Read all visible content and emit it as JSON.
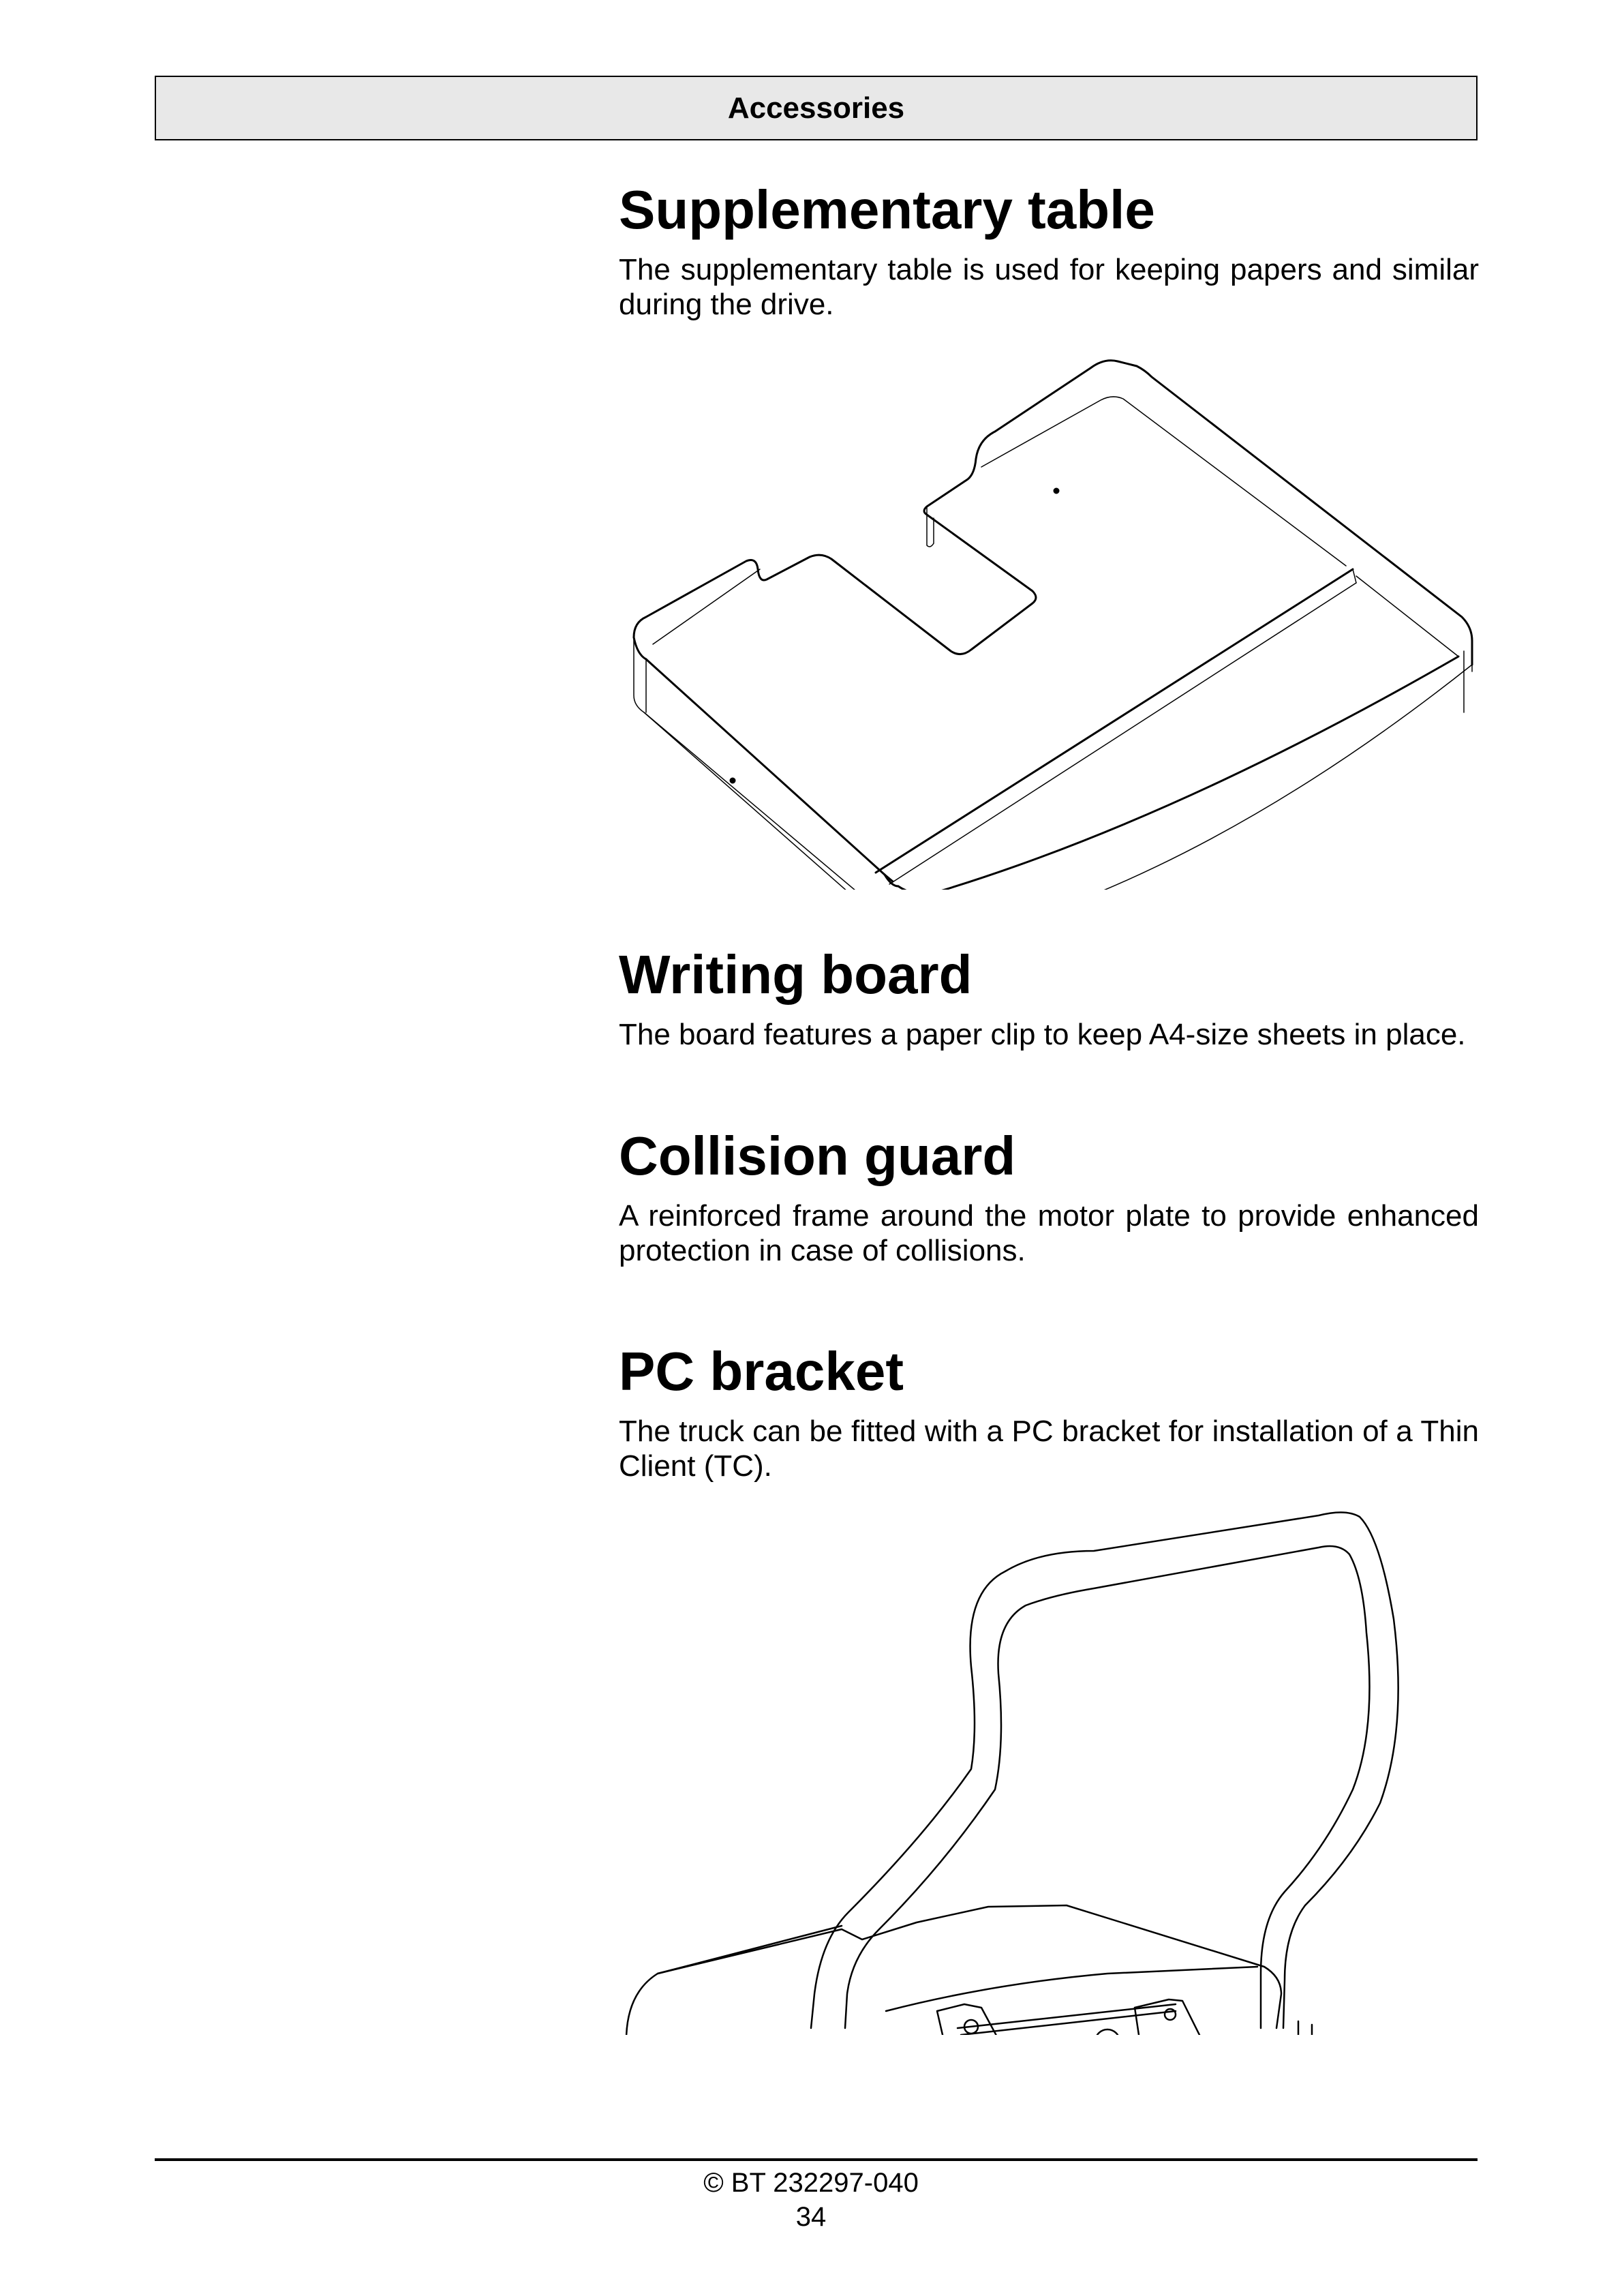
{
  "header": {
    "title": "Accessories"
  },
  "sections": [
    {
      "heading": "Supplementary table",
      "body": "The supplementary table is used for keeping papers and similar during the drive.",
      "illustration": "supplementary-table-drawing"
    },
    {
      "heading": "Writing board",
      "body": "The board features a paper clip to keep A4-size sheets in place."
    },
    {
      "heading": "Collision guard",
      "body": "A reinforced frame around the motor plate to provide enhanced protection in case of collisions."
    },
    {
      "heading": "PC bracket",
      "body": "The truck can be fitted with a PC bracket for installation of a Thin Client (TC).",
      "illustration": "pc-bracket-drawing"
    }
  ],
  "footer": {
    "copyright": "© BT 232297-040",
    "page_number": "34"
  }
}
